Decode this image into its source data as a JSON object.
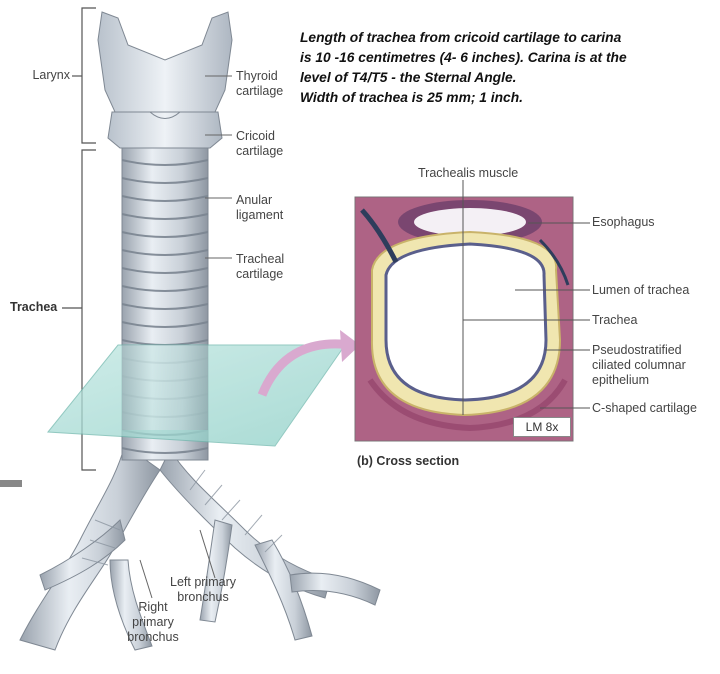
{
  "note": {
    "line1": "Length of trachea from cricoid cartilage to carina",
    "line2": "is 10 -16 centimetres (4- 6 inches). Carina is at the",
    "line3": "level of  T4/T5 - the Sternal Angle.",
    "line4": "Width of trachea is 25 mm; 1 inch."
  },
  "labels": {
    "larynx": "Larynx",
    "thyroid": [
      "Thyroid",
      "cartilage"
    ],
    "cricoid": [
      "Cricoid",
      "cartilage"
    ],
    "anular": [
      "Anular",
      "ligament"
    ],
    "tracheal": [
      "Tracheal",
      "cartilage"
    ],
    "trachea": "Trachea",
    "left_bronchus": [
      "Left primary",
      "bronchus"
    ],
    "right_bronchus": [
      "Right",
      "primary",
      "bronchus"
    ]
  },
  "cross_section": {
    "title": "Trachealis muscle",
    "esophagus": "Esophagus",
    "lumen": "Lumen of trachea",
    "trachea": "Trachea",
    "epithelium": [
      "Pseudostratified",
      "ciliated columnar",
      "epithelium"
    ],
    "cartilage": "C-shaped cartilage",
    "magnification": "LM 8x",
    "caption": "(b) Cross section"
  },
  "colors": {
    "cartilage": "#d6dde6",
    "plane": "#9fd6cf",
    "arrow": "#d9a9cf",
    "tissue": "#b56a8a"
  }
}
